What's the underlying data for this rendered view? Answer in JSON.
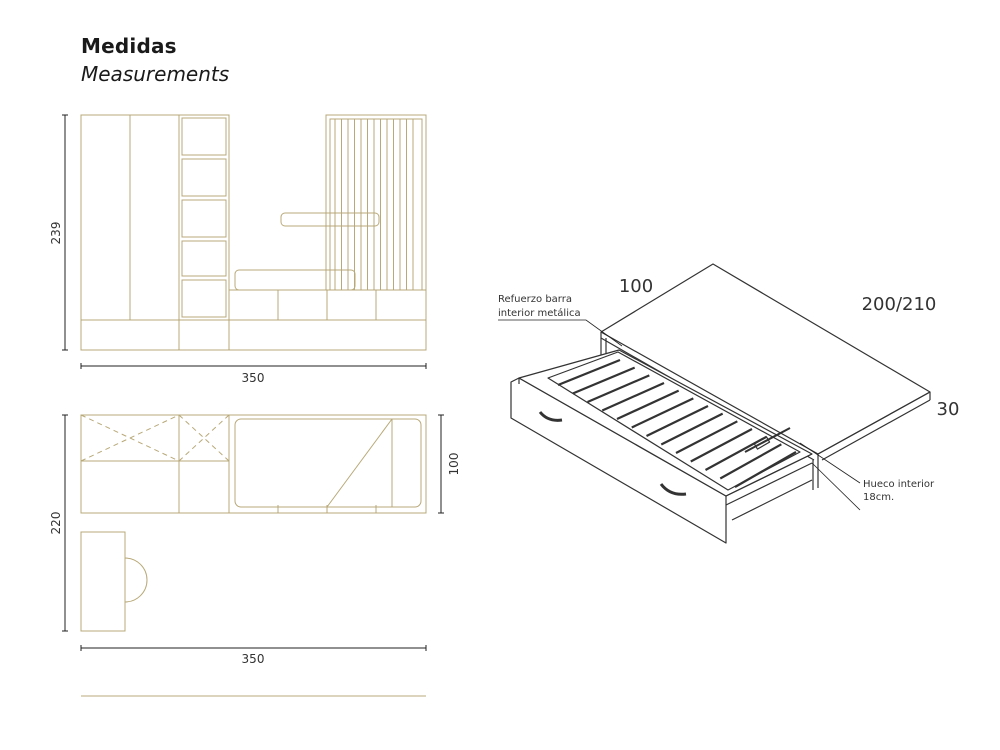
{
  "header": {
    "title": "Medidas",
    "subtitle": "Measurements"
  },
  "elevation": {
    "height_label": "239",
    "width_label": "350"
  },
  "plan": {
    "depth_label": "220",
    "bed_depth_label": "100",
    "width_label": "350"
  },
  "bed": {
    "width_label": "100",
    "length_label": "200/210",
    "height_label": "30",
    "reinforcement_note_line1": "Refuerzo barra",
    "reinforcement_note_line2": "interior metálica",
    "hollow_note_line1": "Hueco interior",
    "hollow_note_line2": "18cm."
  },
  "colors": {
    "furniture_line": "#b8a978",
    "dimension_line": "#222222",
    "bed_line": "#333333"
  }
}
